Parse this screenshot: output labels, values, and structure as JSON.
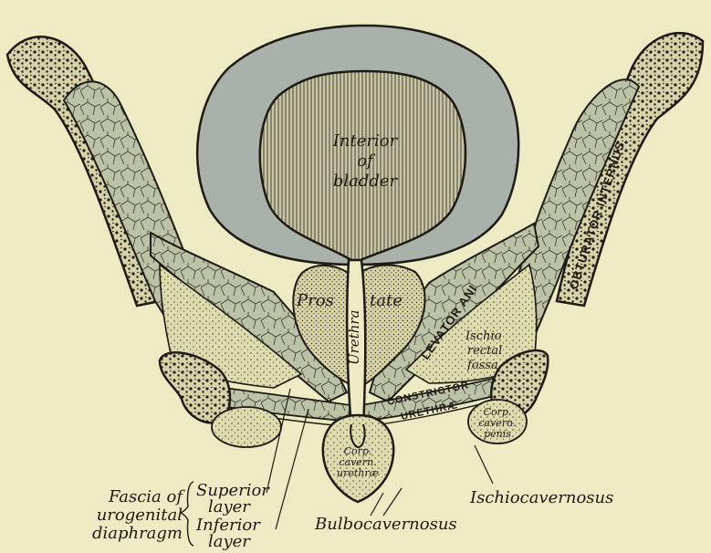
{
  "colors": {
    "paper": "#ecebc3",
    "bladder_wall": "#a8b2aa",
    "muscle": "#bcc2a6",
    "fat": "#dcdcae",
    "prostate": "#d8d4a8",
    "ink": "#1e1a14"
  },
  "labels": {
    "bladder": [
      "Interior",
      "of",
      "bladder"
    ],
    "prostate_left": "Pros",
    "prostate_right": "tate",
    "urethra": "Urethra",
    "obturator": "OBTURATOR INTERNUS",
    "levator": "LEVATOR ANI",
    "ischiorectal": [
      "Ischio",
      "rectal",
      "fossa"
    ],
    "constrictor": [
      "CONSTRICTOR",
      "URETHRÆ"
    ],
    "corp_urethrae": [
      "Corp.",
      "cavern.",
      "urethræ"
    ],
    "corp_penis": [
      "Corp.",
      "cavern.",
      "penis"
    ],
    "fascia": [
      "Fascia of",
      "urogenital",
      "diaphragm"
    ],
    "superior_layer": [
      "Superior",
      "layer"
    ],
    "inferior_layer": [
      "Inferior",
      "layer"
    ],
    "ischiocavernosus": "Ischiocavernosus",
    "bulbocavernosus": "Bulbocavernosus"
  }
}
